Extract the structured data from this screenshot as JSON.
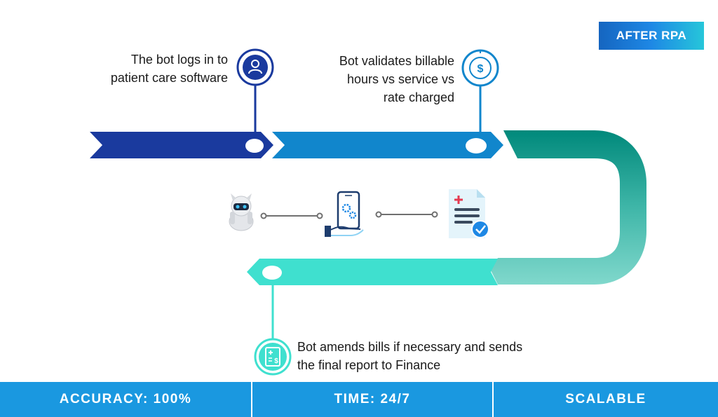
{
  "badge": {
    "label": "AFTER RPA"
  },
  "steps": [
    {
      "text": [
        "The bot logs in to",
        "patient care software"
      ],
      "icon": "user-icon",
      "color": "#1a3a9e"
    },
    {
      "text": [
        "Bot validates billable",
        "hours vs service vs",
        "rate charged"
      ],
      "icon": "dollar-icon",
      "color": "#1186cc"
    },
    {
      "text": [
        "Bot amends bills if necessary and sends",
        "the final report to Finance"
      ],
      "icon": "invoice-icon",
      "color": "#3fe0cf"
    }
  ],
  "process_icons": [
    "robot-icon",
    "phone-gears-icon",
    "document-check-icon"
  ],
  "footer": {
    "accuracy": "ACCURACY: 100%",
    "time": "TIME: 24/7",
    "scalable": "SCALABLE"
  },
  "colors": {
    "dark_blue": "#1a3a9e",
    "mid_blue": "#1186cc",
    "teal": "#00897b",
    "light_teal": "#80d8cc",
    "aqua": "#3fe0cf",
    "footer": "#1a98e0"
  }
}
